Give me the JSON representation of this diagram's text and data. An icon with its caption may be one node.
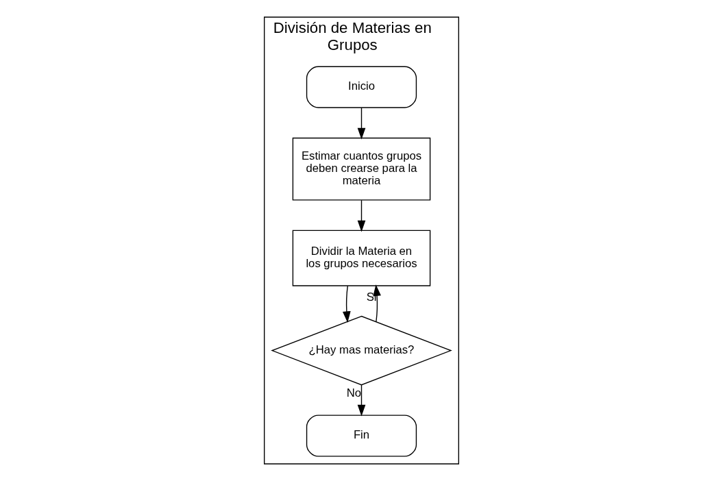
{
  "diagram": {
    "nodes": [
      {
        "text": [
          "División de Materias en Grupos"
        ]
      },
      {
        "text": [
          "Inicio"
        ],
        "in": 0
      },
      {
        "text": [
          "Estimar cuantos grupos deben crearse para la materia"
        ],
        "in": 0
      },
      {
        "text": [
          "Dividir la Materia en los grupos necesarios"
        ],
        "in": 0
      },
      {
        "text": [
          "¿Hay mas materias?"
        ],
        "in": 0
      },
      {
        "text": [
          "Fin"
        ],
        "in": 0
      }
    ],
    "edges": [
      {
        "from": 1,
        "to": 2,
        "arrow": "to"
      },
      {
        "from": 2,
        "to": 3,
        "arrow": "to"
      },
      {
        "from": 3,
        "to": 4,
        "arrow": "to"
      },
      {
        "from": 4,
        "to": 3,
        "arrow": "to",
        "label": "Si"
      },
      {
        "from": 4,
        "to": 5,
        "arrow": "to",
        "label": "No"
      }
    ]
  }
}
